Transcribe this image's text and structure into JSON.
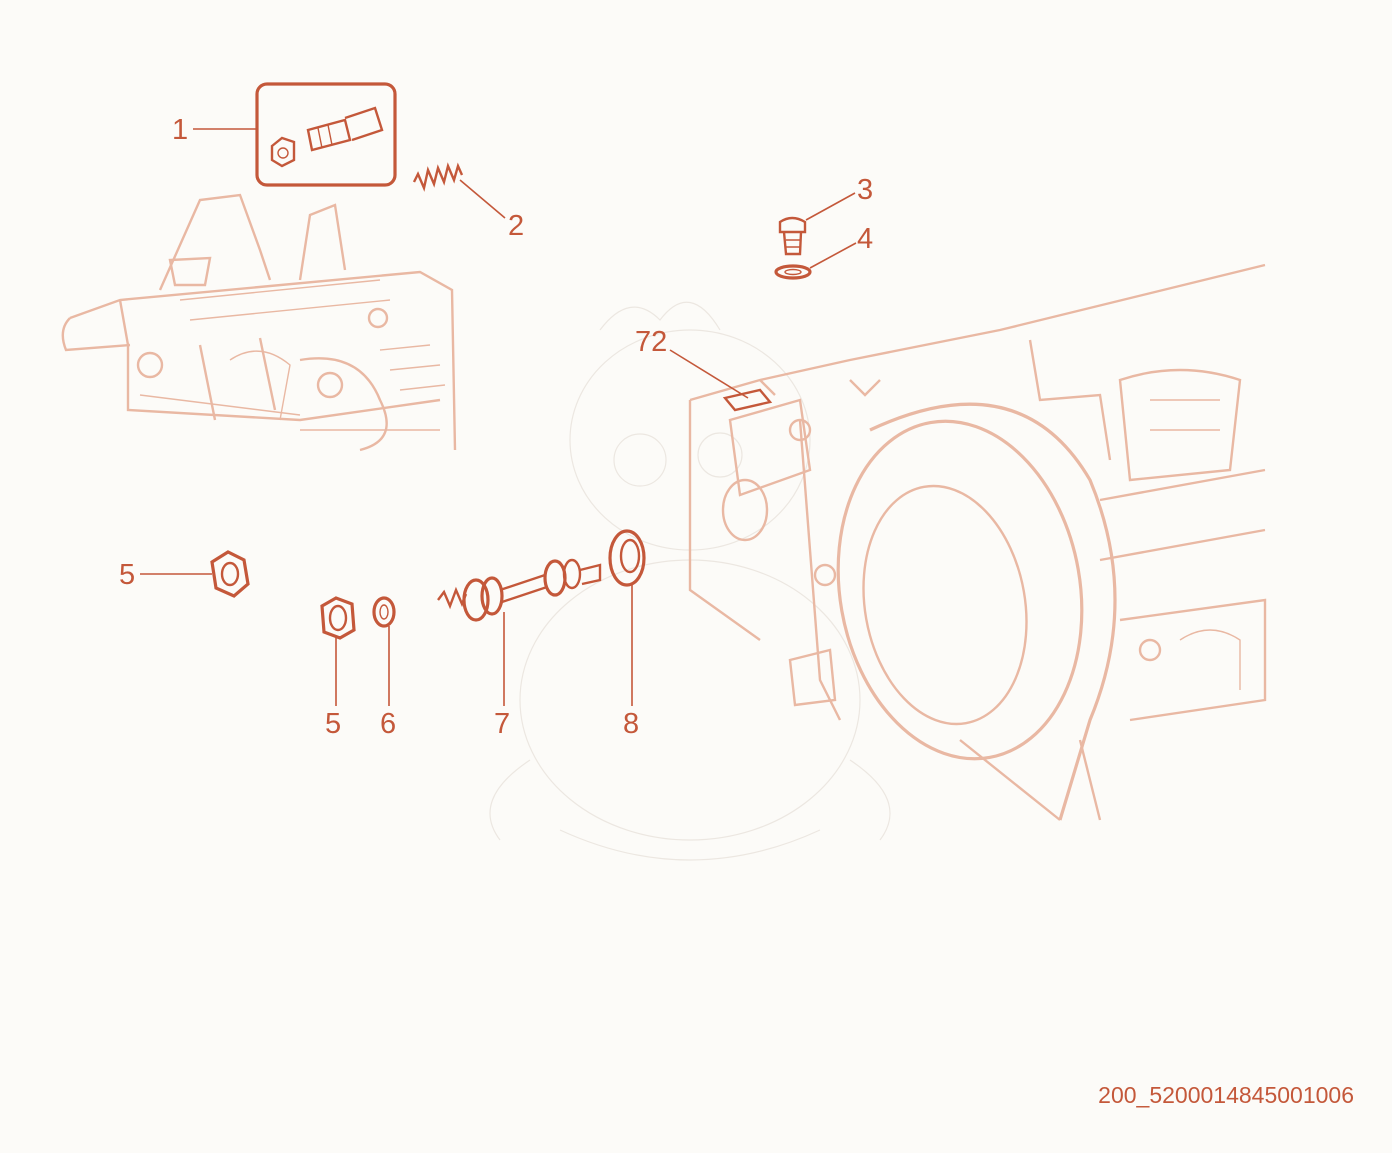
{
  "colors": {
    "accent": "#c4583a",
    "line_art": "#e9b8a3",
    "background": "#fcfbf8",
    "watermark": "#ece7e1"
  },
  "callouts": [
    {
      "id": "c1",
      "label": "1"
    },
    {
      "id": "c2",
      "label": "2"
    },
    {
      "id": "c3",
      "label": "3"
    },
    {
      "id": "c4",
      "label": "4"
    },
    {
      "id": "c72",
      "label": "72"
    },
    {
      "id": "c5a",
      "label": "5"
    },
    {
      "id": "c5b",
      "label": "5"
    },
    {
      "id": "c6",
      "label": "6"
    },
    {
      "id": "c7",
      "label": "7"
    },
    {
      "id": "c8",
      "label": "8"
    }
  ],
  "footer": {
    "code": "200_5200014845001006"
  }
}
